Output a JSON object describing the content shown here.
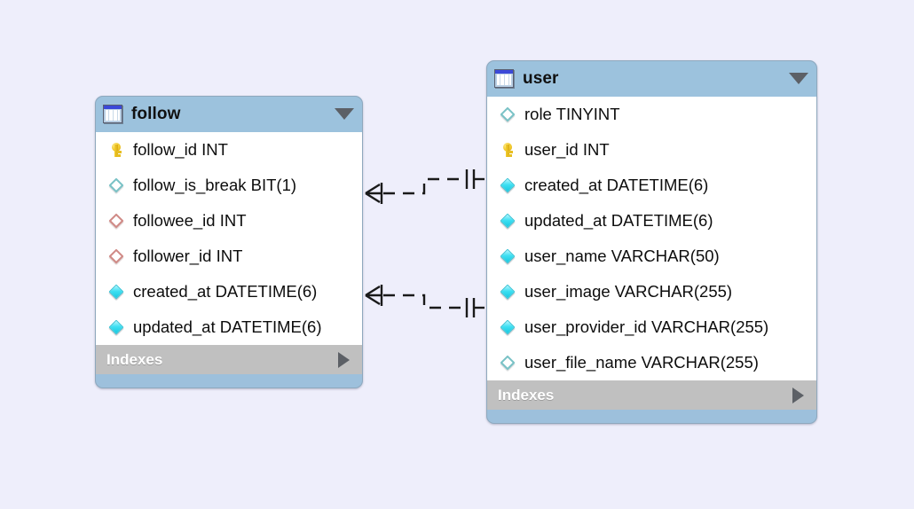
{
  "diagram": {
    "background_color": "#eeeefb",
    "header_color": "#9cc2dd",
    "index_bar_color": "#c0c0c0",
    "notation": "crow-foot"
  },
  "tables": [
    {
      "name": "follow",
      "icon": "table-icon",
      "collapse_icon": "triangle-down-icon",
      "columns": [
        {
          "label": "follow_id INT",
          "marker": "primary-key-icon"
        },
        {
          "label": "follow_is_break BIT(1)",
          "marker": "nullable-diamond-icon"
        },
        {
          "label": "followee_id INT",
          "marker": "foreign-key-diamond-icon"
        },
        {
          "label": "follower_id INT",
          "marker": "foreign-key-diamond-icon"
        },
        {
          "label": "created_at DATETIME(6)",
          "marker": "notnull-diamond-icon"
        },
        {
          "label": "updated_at DATETIME(6)",
          "marker": "notnull-diamond-icon"
        }
      ],
      "footer": {
        "label": "Indexes",
        "expand_icon": "triangle-right-icon"
      }
    },
    {
      "name": "user",
      "icon": "table-icon",
      "collapse_icon": "triangle-down-icon",
      "columns": [
        {
          "label": "role TINYINT",
          "marker": "nullable-diamond-icon"
        },
        {
          "label": "user_id INT",
          "marker": "primary-key-icon"
        },
        {
          "label": "created_at DATETIME(6)",
          "marker": "notnull-diamond-icon"
        },
        {
          "label": "updated_at DATETIME(6)",
          "marker": "notnull-diamond-icon"
        },
        {
          "label": "user_name VARCHAR(50)",
          "marker": "notnull-diamond-icon"
        },
        {
          "label": "user_image VARCHAR(255)",
          "marker": "notnull-diamond-icon"
        },
        {
          "label": "user_provider_id VARCHAR(255)",
          "marker": "notnull-diamond-icon"
        },
        {
          "label": "user_file_name VARCHAR(255)",
          "marker": "nullable-diamond-icon"
        }
      ],
      "footer": {
        "label": "Indexes",
        "expand_icon": "triangle-right-icon"
      }
    }
  ],
  "relationships": [
    {
      "from": "follow",
      "to": "user",
      "from_cardinality": "many",
      "to_cardinality": "one",
      "line_style": "dashed"
    },
    {
      "from": "follow",
      "to": "user",
      "from_cardinality": "many",
      "to_cardinality": "one",
      "line_style": "dashed"
    }
  ]
}
